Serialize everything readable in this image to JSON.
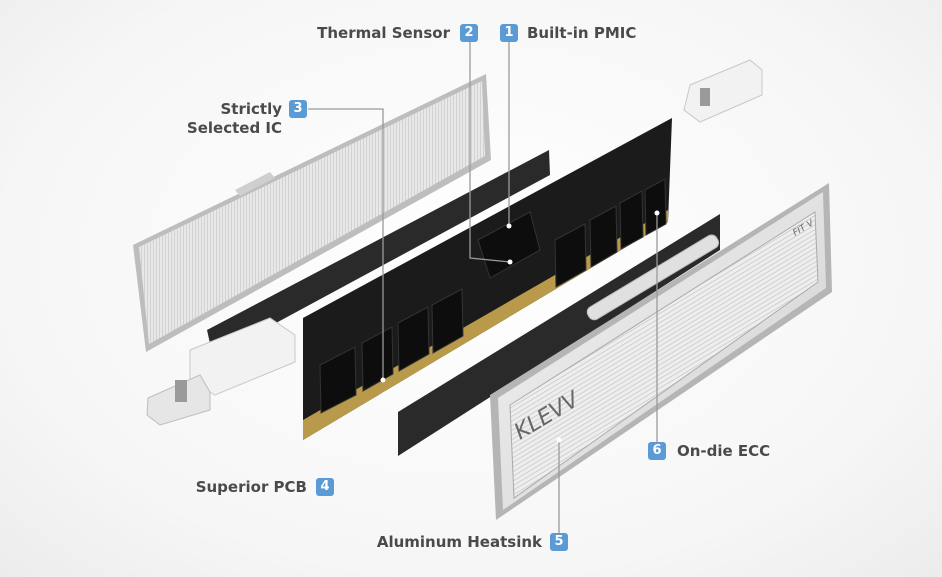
{
  "title": "Memory module exploded view",
  "colors": {
    "badge": "#5b9bd5",
    "label_text": "#4a4a4a",
    "pcb": "#1c1c1c",
    "heatsink": "#e4e4e4"
  },
  "callouts": [
    {
      "number": "1",
      "label": "Built-in PMIC"
    },
    {
      "number": "2",
      "label": "Thermal Sensor"
    },
    {
      "number": "3",
      "label_line1": "Strictly",
      "label_line2": "Selected IC"
    },
    {
      "number": "4",
      "label": "Superior PCB"
    },
    {
      "number": "5",
      "label": "Aluminum Heatsink"
    },
    {
      "number": "6",
      "label": "On-die ECC"
    }
  ],
  "heatsink_logo": "KLEVV",
  "heatsink_model": "FIT V"
}
